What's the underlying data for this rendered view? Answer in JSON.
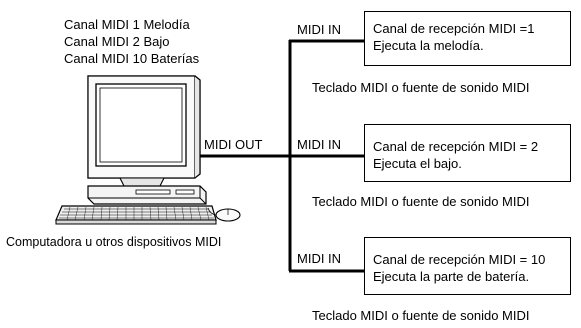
{
  "computer": {
    "channels": [
      "Canal MIDI 1  Melodía",
      "Canal MIDI 2  Bajo",
      "Canal MIDI 10  Baterías"
    ],
    "caption": "Computadora u otros dispositivos MIDI",
    "midi_out_label": "MIDI OUT"
  },
  "receivers": [
    {
      "midi_in_label": "MIDI IN",
      "line1": "Canal de recepción MIDI =1",
      "line2": "Ejecuta la melodía.",
      "caption": "Teclado MIDI o fuente de sonido MIDI"
    },
    {
      "midi_in_label": "MIDI IN",
      "line1": "Canal de recepción MIDI = 2",
      "line2": "Ejecuta el bajo.",
      "caption": "Teclado MIDI o fuente de sonido MIDI"
    },
    {
      "midi_in_label": "MIDI IN",
      "line1": "Canal de recepción MIDI = 10",
      "line2": "Ejecuta la parte de batería.",
      "caption": "Teclado MIDI o fuente de sonido MIDI"
    }
  ]
}
